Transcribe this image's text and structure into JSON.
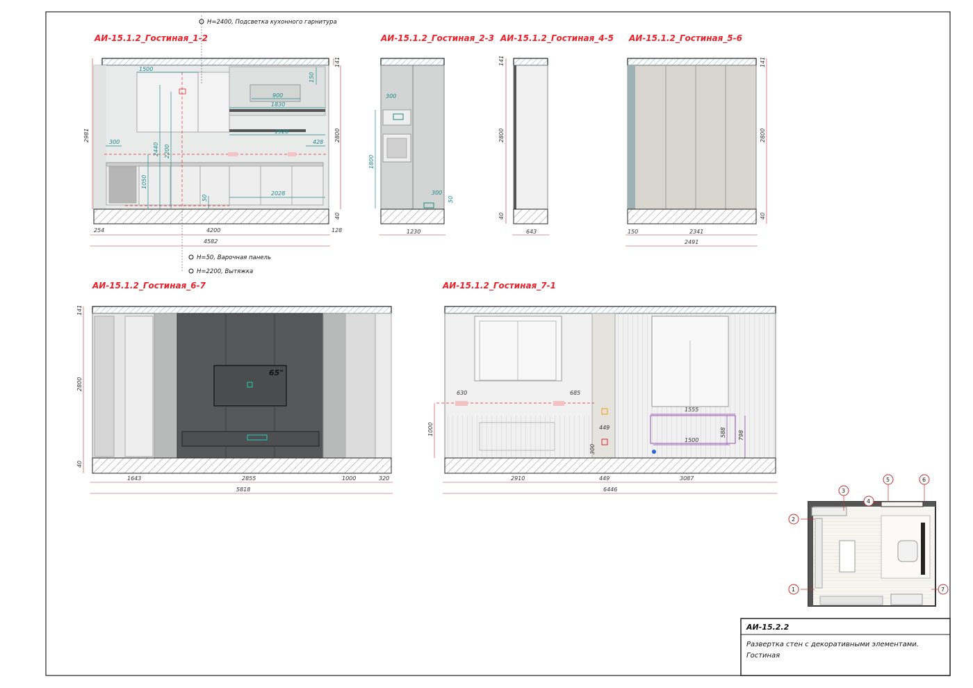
{
  "colors": {
    "title_red": "#e8202a",
    "dim_teal": "#1b8a8a",
    "dim_purple": "#8a3fb0",
    "wall_light": "#e9eaea",
    "dark_panel": "#555758",
    "beige_panel": "#d8d6cf"
  },
  "elevations": {
    "e12": {
      "title": "АИ-15.1.2_Гостиная_1-2",
      "dims": {
        "h_total": "2981",
        "h_wall": "2800",
        "h_top": "141",
        "h_floor": "40",
        "w1500": "1500",
        "w900": "900",
        "w1830": "1830",
        "w150": "150",
        "w1928": "1928",
        "w300": "300",
        "w428": "428",
        "v2440": "2440",
        "v2200": "2200",
        "v1050": "1050",
        "v50": "50",
        "w2028": "2028",
        "b254": "254",
        "b4200": "4200",
        "b128": "128",
        "b4582": "4582"
      }
    },
    "e23": {
      "title": "АИ-15.1.2_Гостиная_2-3",
      "dims": {
        "w300a": "300",
        "v1800": "1800",
        "w300b": "300",
        "v50": "50",
        "b1230": "1230"
      }
    },
    "e45": {
      "title": "АИ-15.1.2_Гостиная_4-5",
      "dims": {
        "h141": "141",
        "h2800": "2800",
        "h40": "40",
        "b643": "643"
      }
    },
    "e56": {
      "title": "АИ-15.1.2_Гостиная_5-6",
      "dims": {
        "h141": "141",
        "h2800": "2800",
        "h40": "40",
        "b150": "150",
        "b2341": "2341",
        "b2491": "2491"
      }
    },
    "e67": {
      "title": "АИ-15.1.2_Гостиная_6-7",
      "dims": {
        "h141": "141",
        "h2800": "2800",
        "h40": "40",
        "tv": "65\"",
        "b1643": "1643",
        "b2855": "2855",
        "b1000": "1000",
        "b320": "320",
        "b5818": "5818"
      }
    },
    "e71": {
      "title": "АИ-15.1.2_Гостиная_7-1",
      "dims": {
        "w630": "630",
        "w685": "685",
        "v1000": "1000",
        "w449": "449",
        "v300": "300",
        "w1555": "1555",
        "w1500": "1500",
        "v588": "588",
        "v798": "798",
        "b2910": "2910",
        "b449": "449",
        "b3087": "3087",
        "b6446": "6446"
      }
    }
  },
  "notes": {
    "n1": "H=2400, Подсветка кухонного гарнитура",
    "n2": "H=50, Варочная панель",
    "n3": "H=2200, Вытяжка"
  },
  "plan_markers": [
    "1",
    "2",
    "3",
    "4",
    "5",
    "6",
    "7"
  ],
  "title_block": {
    "code": "АИ-15.2.2",
    "description_line1": "Развертка стен с декоративными элементами.",
    "description_line2": "Гостиная"
  }
}
